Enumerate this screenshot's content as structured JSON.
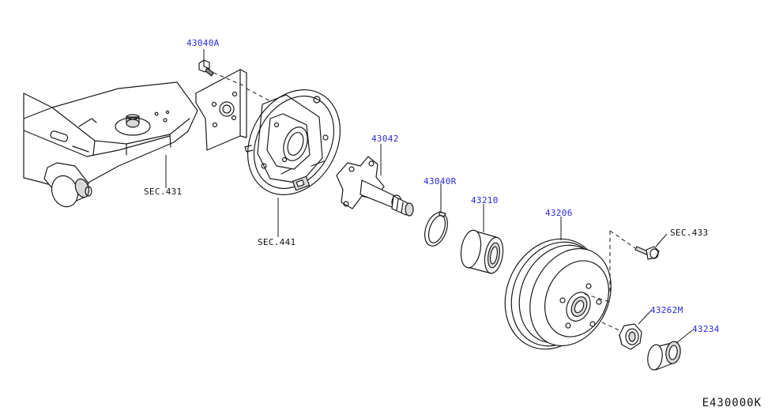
{
  "labels": {
    "bolt_43040A": "43040A",
    "hub_spindle": "43042",
    "snap_ring": "43040R",
    "bearing": "43210",
    "drum": "43206",
    "hub_nut": "43262M",
    "cap": "43234",
    "sec_axle": "SEC.431",
    "sec_brake": "SEC.441",
    "sec_wheel": "SEC.433"
  },
  "diagram_code": "E430000K",
  "colors": {
    "part_number": "#2a2ad8",
    "line": "#1a1a1a",
    "shade": "#d9d9d9"
  }
}
